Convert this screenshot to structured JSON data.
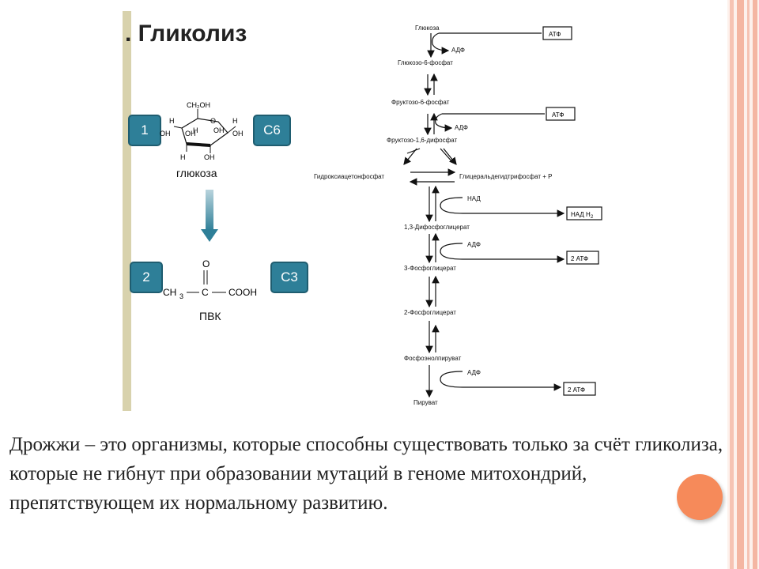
{
  "title": ". Гликолиз",
  "left_panel": {
    "tag_1": "1",
    "tag_c6": "C6",
    "glucose_caption": "глюкоза",
    "tag_2": "2",
    "tag_c3": "C3",
    "pvk_caption": "ПВК",
    "pvk_formula": {
      "ch3": "CH",
      "ch3_sub": "3",
      "c": "C",
      "cooh": "COOH",
      "o": "O"
    },
    "glucose_labels": {
      "top": "CH₂OH",
      "h": "H",
      "oh": "OH",
      "o": "O"
    }
  },
  "pathway": {
    "glucose": "Глюкоза",
    "g6p": "Глюкозо-6-фосфат",
    "f6p": "Фруктозо-6-фосфат",
    "f16bp": "Фруктозо-1,6-дифосфат",
    "dhap": "Гидроксиацетонфосфат",
    "gap": "Глицеральдегидтрифосфат + Р",
    "bpg13": "1,3-Дифосфоглицерат",
    "pg3": "3-Фосфоглицерат",
    "pg2": "2-Фосфоглицерат",
    "pep": "Фосфоэнолпируват",
    "pyruvate": "Пируват",
    "atp1": "АТФ",
    "adp1": "АДФ",
    "atp2": "АТФ",
    "adp2": "АДФ",
    "nad": "НАД",
    "nadh2": "НАД Н",
    "nadh2_sub": "2",
    "adp3": "АДФ",
    "atp3": "2 АТФ",
    "adp4": "АДФ",
    "atp4": "2 АТФ"
  },
  "body_text": "Дрожжи – это организмы, которые способны существовать только за счёт гликолиза, которые не гибнут при образовании мутаций в геноме митохондрий, препятствующем их нормальному развитию.",
  "colors": {
    "tag_fill": "#2e7f98",
    "accent_orange": "#f68a5a",
    "stripe": "#f4b6a2"
  }
}
